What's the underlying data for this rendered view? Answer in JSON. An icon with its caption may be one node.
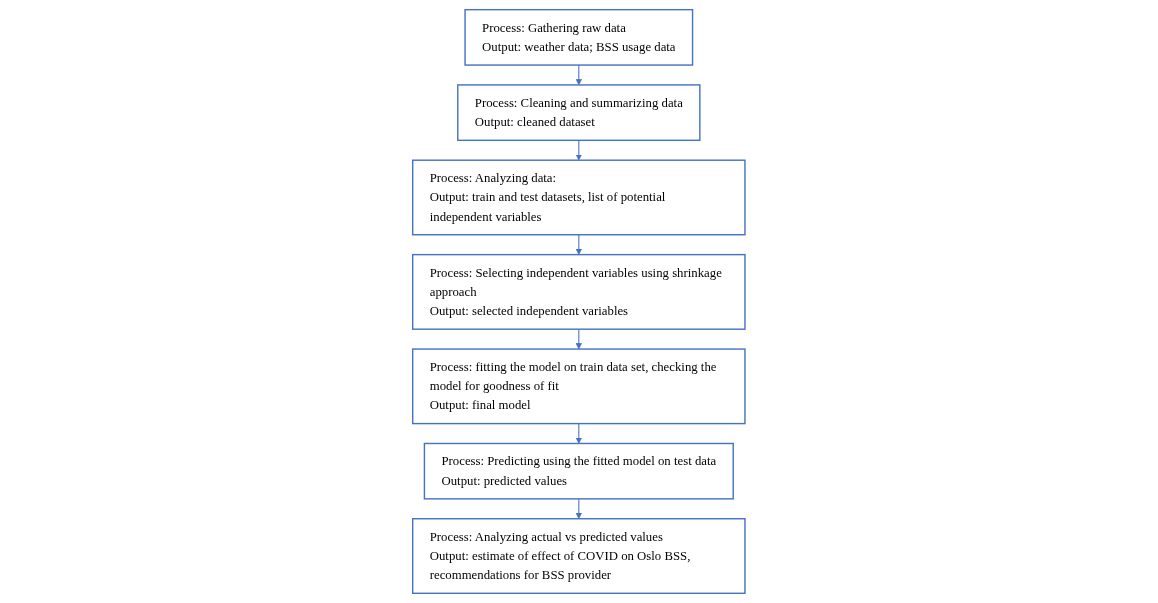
{
  "diagram": {
    "nodes": [
      {
        "text": [
          "Process: Gathering raw data",
          "Output: weather data; BSS usage data"
        ]
      },
      {
        "text": [
          "Process: Cleaning and summarizing data",
          "Output: cleaned dataset"
        ]
      },
      {
        "text": [
          "Process: Analyzing data:",
          "Output: train and test datasets, list of potential independent variables"
        ]
      },
      {
        "text": [
          "Process: Selecting independent variables using shrinkage approach",
          "Output: selected independent variables"
        ]
      },
      {
        "text": [
          "Process: fitting the model on train data set, checking the model for goodness of fit",
          "Output: final model"
        ]
      },
      {
        "text": [
          "Process: Predicting using the fitted model on test data",
          "Output: predicted values"
        ]
      },
      {
        "text": [
          "Process: Analyzing actual vs predicted values",
          "Output: estimate of effect of COVID on Oslo BSS, recommendations for BSS provider"
        ]
      }
    ],
    "edges": [
      {
        "from": 0,
        "to": 1,
        "arrow": "to"
      },
      {
        "from": 1,
        "to": 2,
        "arrow": "to"
      },
      {
        "from": 2,
        "to": 3,
        "arrow": "to"
      },
      {
        "from": 3,
        "to": 4,
        "arrow": "to"
      },
      {
        "from": 4,
        "to": 5,
        "arrow": "to"
      },
      {
        "from": 5,
        "to": 6,
        "arrow": "to"
      }
    ]
  }
}
